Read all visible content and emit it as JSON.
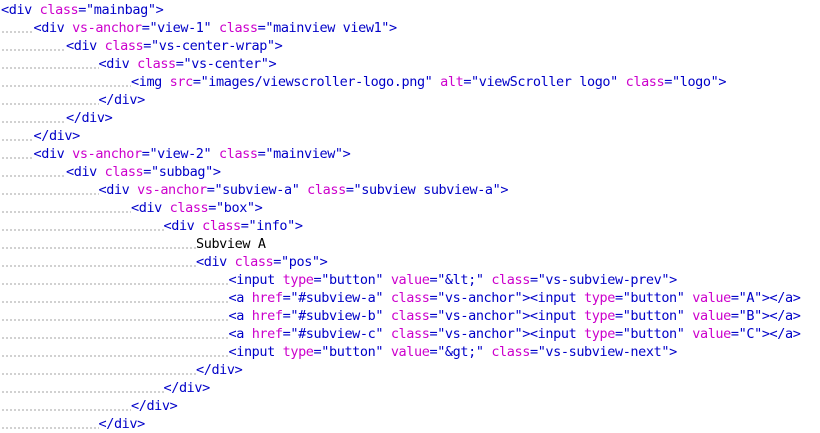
{
  "theme": {
    "tag_color": "#0000c8",
    "attr_color": "#cc00cc",
    "string_color": "#0000c8",
    "text_color": "#000000",
    "background": "#ffffff"
  },
  "lines": [
    {
      "indent": 0,
      "parts": [
        [
          "tag",
          "<div "
        ],
        [
          "attr",
          "class"
        ],
        [
          "eq",
          "="
        ],
        [
          "str",
          "\"mainbag\""
        ],
        [
          "tag",
          ">"
        ]
      ]
    },
    {
      "indent": 1,
      "parts": [
        [
          "tag",
          "<div "
        ],
        [
          "attr",
          "vs-anchor"
        ],
        [
          "eq",
          "="
        ],
        [
          "str",
          "\"view-1\" "
        ],
        [
          "attr",
          "class"
        ],
        [
          "eq",
          "="
        ],
        [
          "str",
          "\"mainview view1\""
        ],
        [
          "tag",
          ">"
        ]
      ]
    },
    {
      "indent": 2,
      "parts": [
        [
          "tag",
          "<div "
        ],
        [
          "attr",
          "class"
        ],
        [
          "eq",
          "="
        ],
        [
          "str",
          "\"vs-center-wrap\""
        ],
        [
          "tag",
          ">"
        ]
      ]
    },
    {
      "indent": 3,
      "parts": [
        [
          "tag",
          "<div "
        ],
        [
          "attr",
          "class"
        ],
        [
          "eq",
          "="
        ],
        [
          "str",
          "\"vs-center\""
        ],
        [
          "tag",
          ">"
        ]
      ]
    },
    {
      "indent": 4,
      "parts": [
        [
          "tag",
          "<img "
        ],
        [
          "attr",
          "src"
        ],
        [
          "eq",
          "="
        ],
        [
          "str",
          "\"images/viewscroller-logo.png\" "
        ],
        [
          "attr",
          "alt"
        ],
        [
          "eq",
          "="
        ],
        [
          "str",
          "\"viewScroller logo\" "
        ],
        [
          "attr",
          "class"
        ],
        [
          "eq",
          "="
        ],
        [
          "str",
          "\"logo\""
        ],
        [
          "tag",
          ">"
        ]
      ]
    },
    {
      "indent": 3,
      "parts": [
        [
          "tag",
          "</div>"
        ]
      ]
    },
    {
      "indent": 2,
      "parts": [
        [
          "tag",
          "</div>"
        ]
      ]
    },
    {
      "indent": 1,
      "parts": [
        [
          "tag",
          "</div>"
        ]
      ]
    },
    {
      "indent": 1,
      "parts": [
        [
          "tag",
          "<div "
        ],
        [
          "attr",
          "vs-anchor"
        ],
        [
          "eq",
          "="
        ],
        [
          "str",
          "\"view-2\" "
        ],
        [
          "attr",
          "class"
        ],
        [
          "eq",
          "="
        ],
        [
          "str",
          "\"mainview\""
        ],
        [
          "tag",
          ">"
        ]
      ]
    },
    {
      "indent": 2,
      "parts": [
        [
          "tag",
          "<div "
        ],
        [
          "attr",
          "class"
        ],
        [
          "eq",
          "="
        ],
        [
          "str",
          "\"subbag\""
        ],
        [
          "tag",
          ">"
        ]
      ]
    },
    {
      "indent": 3,
      "parts": [
        [
          "tag",
          "<div "
        ],
        [
          "attr",
          "vs-anchor"
        ],
        [
          "eq",
          "="
        ],
        [
          "str",
          "\"subview-a\" "
        ],
        [
          "attr",
          "class"
        ],
        [
          "eq",
          "="
        ],
        [
          "str",
          "\"subview subview-a\""
        ],
        [
          "tag",
          ">"
        ]
      ]
    },
    {
      "indent": 4,
      "parts": [
        [
          "tag",
          "<div "
        ],
        [
          "attr",
          "class"
        ],
        [
          "eq",
          "="
        ],
        [
          "str",
          "\"box\""
        ],
        [
          "tag",
          ">"
        ]
      ]
    },
    {
      "indent": 5,
      "parts": [
        [
          "tag",
          "<div "
        ],
        [
          "attr",
          "class"
        ],
        [
          "eq",
          "="
        ],
        [
          "str",
          "\"info\""
        ],
        [
          "tag",
          ">"
        ]
      ]
    },
    {
      "indent": 6,
      "parts": [
        [
          "txt",
          "Subview A"
        ]
      ]
    },
    {
      "indent": 6,
      "parts": [
        [
          "tag",
          "<div "
        ],
        [
          "attr",
          "class"
        ],
        [
          "eq",
          "="
        ],
        [
          "str",
          "\"pos\""
        ],
        [
          "tag",
          ">"
        ]
      ]
    },
    {
      "indent": 7,
      "parts": [
        [
          "tag",
          "<input "
        ],
        [
          "attr",
          "type"
        ],
        [
          "eq",
          "="
        ],
        [
          "str",
          "\"button\" "
        ],
        [
          "attr",
          "value"
        ],
        [
          "eq",
          "="
        ],
        [
          "str",
          "\"&lt;\" "
        ],
        [
          "attr",
          "class"
        ],
        [
          "eq",
          "="
        ],
        [
          "str",
          "\"vs-subview-prev\""
        ],
        [
          "tag",
          ">"
        ]
      ]
    },
    {
      "indent": 7,
      "parts": [
        [
          "tag",
          "<a "
        ],
        [
          "attr",
          "href"
        ],
        [
          "eq",
          "="
        ],
        [
          "str",
          "\"#subview-a\" "
        ],
        [
          "attr",
          "class"
        ],
        [
          "eq",
          "="
        ],
        [
          "str",
          "\"vs-anchor\""
        ],
        [
          "tag",
          "><input "
        ],
        [
          "attr",
          "type"
        ],
        [
          "eq",
          "="
        ],
        [
          "str",
          "\"button\" "
        ],
        [
          "attr",
          "value"
        ],
        [
          "eq",
          "="
        ],
        [
          "str",
          "\"A\""
        ],
        [
          "tag",
          "></a>"
        ]
      ]
    },
    {
      "indent": 7,
      "parts": [
        [
          "tag",
          "<a "
        ],
        [
          "attr",
          "href"
        ],
        [
          "eq",
          "="
        ],
        [
          "str",
          "\"#subview-b\" "
        ],
        [
          "attr",
          "class"
        ],
        [
          "eq",
          "="
        ],
        [
          "str",
          "\"vs-anchor\""
        ],
        [
          "tag",
          "><input "
        ],
        [
          "attr",
          "type"
        ],
        [
          "eq",
          "="
        ],
        [
          "str",
          "\"button\" "
        ],
        [
          "attr",
          "value"
        ],
        [
          "eq",
          "="
        ],
        [
          "str",
          "\"B\""
        ],
        [
          "tag",
          "></a>"
        ]
      ]
    },
    {
      "indent": 7,
      "parts": [
        [
          "tag",
          "<a "
        ],
        [
          "attr",
          "href"
        ],
        [
          "eq",
          "="
        ],
        [
          "str",
          "\"#subview-c\" "
        ],
        [
          "attr",
          "class"
        ],
        [
          "eq",
          "="
        ],
        [
          "str",
          "\"vs-anchor\""
        ],
        [
          "tag",
          "><input "
        ],
        [
          "attr",
          "type"
        ],
        [
          "eq",
          "="
        ],
        [
          "str",
          "\"button\" "
        ],
        [
          "attr",
          "value"
        ],
        [
          "eq",
          "="
        ],
        [
          "str",
          "\"C\""
        ],
        [
          "tag",
          "></a>"
        ]
      ]
    },
    {
      "indent": 7,
      "parts": [
        [
          "tag",
          "<input "
        ],
        [
          "attr",
          "type"
        ],
        [
          "eq",
          "="
        ],
        [
          "str",
          "\"button\" "
        ],
        [
          "attr",
          "value"
        ],
        [
          "eq",
          "="
        ],
        [
          "str",
          "\"&gt;\" "
        ],
        [
          "attr",
          "class"
        ],
        [
          "eq",
          "="
        ],
        [
          "str",
          "\"vs-subview-next\""
        ],
        [
          "tag",
          ">"
        ]
      ]
    },
    {
      "indent": 6,
      "parts": [
        [
          "tag",
          "</div>"
        ]
      ]
    },
    {
      "indent": 5,
      "parts": [
        [
          "tag",
          "</div>"
        ]
      ]
    },
    {
      "indent": 4,
      "parts": [
        [
          "tag",
          "</div>"
        ]
      ]
    },
    {
      "indent": 3,
      "parts": [
        [
          "tag",
          "</div>"
        ]
      ]
    }
  ]
}
